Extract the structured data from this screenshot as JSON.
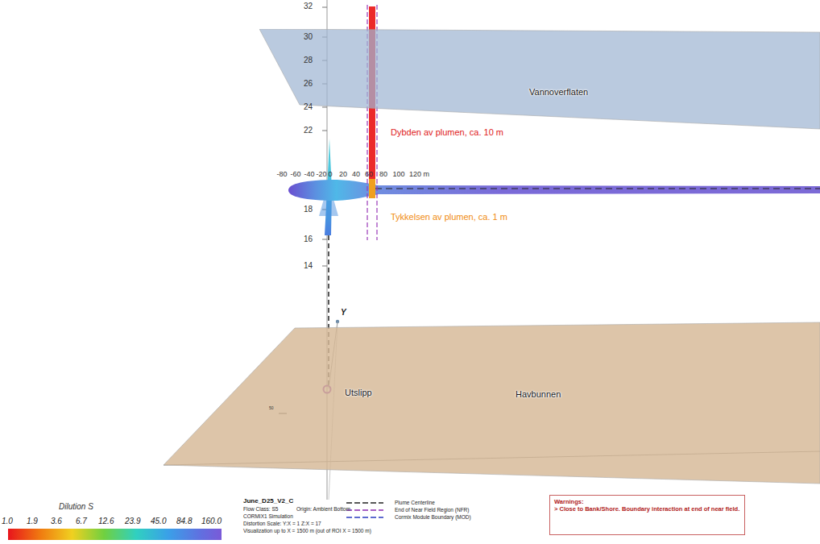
{
  "diagram": {
    "nodes": [
      {
        "text": [
          "Vannoverflaten"
        ]
      },
      {
        "text": [
          "Havbunnen"
        ]
      },
      {
        "text": [
          "Warnings:",
          "> Close to Bank/Shore. Boundary interaction at end of near field."
        ]
      }
    ],
    "labels": [
      "32",
      "30",
      "28",
      "26",
      "24",
      "22",
      "18",
      "16",
      "14",
      "-80",
      "-60",
      "-40",
      "-20",
      "0",
      "20",
      "40",
      "60",
      "80",
      "100",
      "120 m",
      "Dybden av plumen, ca. 10 m",
      "Tykkelsen av plumen, ca. 1 m",
      "Utslipp",
      "Y",
      "50",
      "Dilution S",
      "1.0",
      "1.9",
      "3.6",
      "6.7",
      "12.6",
      "23.9",
      "45.0",
      "84.8",
      "160.0",
      "June_D25_V2_C",
      "Flow Class: S5",
      "Origin: Ambient Bottom",
      "CORMIX1 Simulation",
      "Distortion Scale: Y:X = 1 Z:X = 17",
      "Visualization up to X = 1500 m (out of ROI X = 1500 m)"
    ],
    "legend": [
      {
        "text": "Plume Centerline"
      },
      {
        "text": "End of Near Field Region (NFR)"
      },
      {
        "text": "Cormix Module Boundary (MOD)"
      }
    ]
  }
}
